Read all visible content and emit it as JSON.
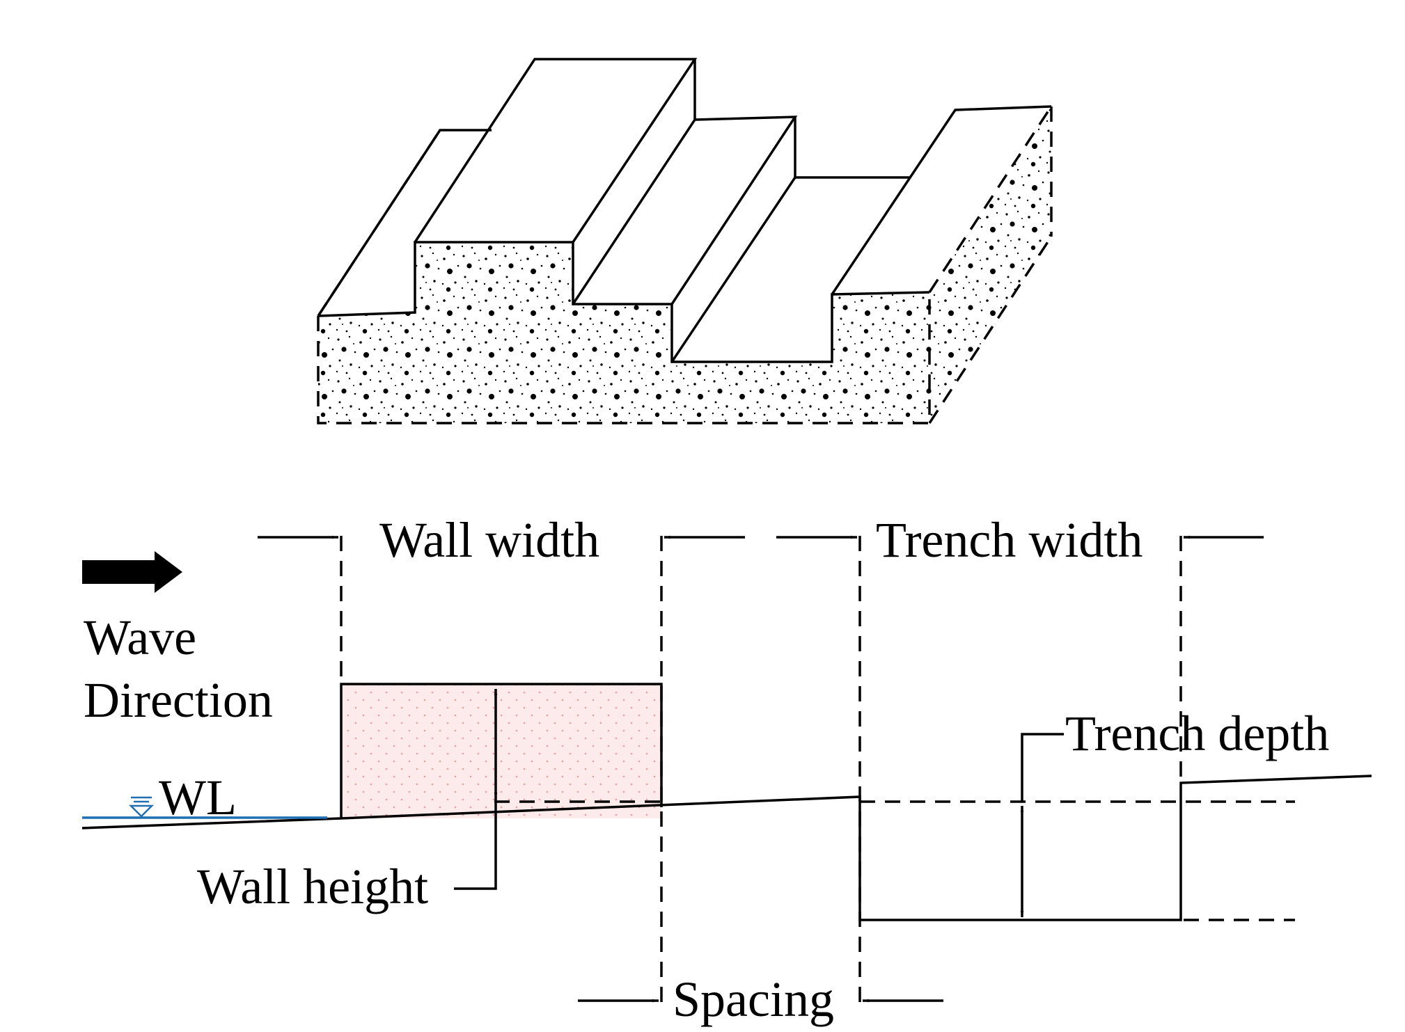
{
  "labels": {
    "wall_width": "Wall width",
    "trench_width": "Trench width",
    "wave_line1": "Wave",
    "wave_line2": "Direction",
    "wl": "WL",
    "trench_depth": "Trench depth",
    "wall_height": "Wall height",
    "spacing": "Spacing"
  },
  "colors": {
    "line": "#000000",
    "water_line": "#1f6fb2",
    "wall_fill": "#fdeaea",
    "wall_dots": "#e8a0a0"
  }
}
